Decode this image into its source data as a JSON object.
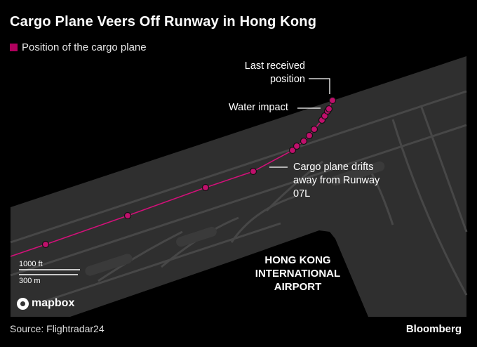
{
  "title": "Cargo Plane Veers Off Runway in Hong Kong",
  "legend": {
    "label": "Position of the cargo plane",
    "color": "#b0005d"
  },
  "annotations": {
    "last_position": [
      "Last received",
      "position"
    ],
    "water_impact": "Water impact",
    "drift": [
      "Cargo plane drifts",
      "away from Runway",
      "07L"
    ]
  },
  "airport_label": [
    "HONG KONG",
    "INTERNATIONAL",
    "AIRPORT"
  ],
  "scale": {
    "feet": "1000 ft",
    "meters": "300 m"
  },
  "attribution": "mapbox",
  "source": "Source: Flightradar24",
  "brand": "Bloomberg",
  "colors": {
    "land": "#2f2f2f",
    "runway": "#4a4a4a",
    "track": "#d4107a",
    "background": "#000000"
  }
}
